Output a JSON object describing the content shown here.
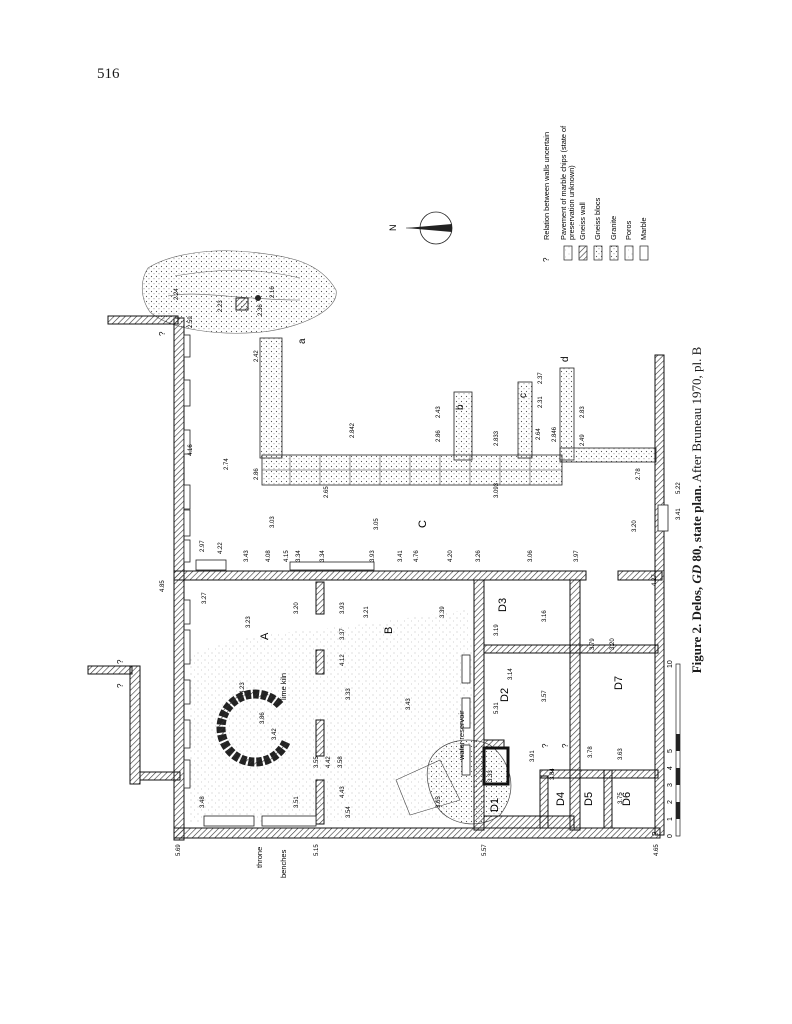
{
  "page_number": "516",
  "caption": {
    "fig": "Figure 2. Delos, ",
    "site": "GD",
    "num": " 80, state plan.",
    "after": " After Bruneau 1970, pl. B"
  },
  "legend": {
    "items": [
      {
        "sym": "?",
        "label": "Relation between walls uncertain"
      },
      {
        "sym": "",
        "label": "Pavement of marble chips (state of",
        "label2": "preservation unknown)"
      },
      {
        "sym": "",
        "label": "Gneiss wall"
      },
      {
        "sym": "",
        "label": "Gneiss blocs"
      },
      {
        "sym": "",
        "label": "Granite"
      },
      {
        "sym": "",
        "label": "Poros"
      },
      {
        "sym": "",
        "label": "Marble"
      }
    ]
  },
  "north_label": "N",
  "rooms": [
    "A",
    "B",
    "C",
    "D1",
    "D2",
    "D3",
    "D4",
    "D5",
    "D6",
    "D7"
  ],
  "features": {
    "lime_kiln": "lime kiln",
    "water_reservoir": "water reservoir",
    "throne": "throne",
    "benches": "benches",
    "markers": [
      "a",
      "b",
      "c",
      "d"
    ]
  },
  "scale": {
    "ticks": [
      "0",
      "1",
      "2",
      "3",
      "4",
      "5",
      "10"
    ]
  },
  "elevations": {
    "e01": "2.24",
    "e02": "2.16",
    "e03": "2.36",
    "e04": "2.23",
    "e05": "2.42",
    "e06": "4.16",
    "e07": "2.74",
    "e08": "2.86",
    "e09": "2.842",
    "e10": "2.43",
    "e11": "2.86",
    "e12": "2.833",
    "e13": "2.37",
    "e14": "2.31",
    "e15": "2.83",
    "e16": "2.64",
    "e17": "2.846",
    "e18": "2.49",
    "e19": "2.65",
    "e20": "3.093",
    "e21": "2.78",
    "e22": "5.22",
    "e23": "3.41",
    "e24": "3.03",
    "e25": "3.05",
    "e26": "3.20",
    "e27": "2.97",
    "e28": "4.22",
    "e29": "3.43",
    "e30": "4.08",
    "e31": "4.15",
    "e32": "3.34",
    "e33": "3.34",
    "e34": "3.93",
    "e35": "3.41",
    "e36": "4.76",
    "e37": "4.20",
    "e38": "3.26",
    "e39": "3.06",
    "e40": "3.97",
    "e41": "4.85",
    "e42": "3.27",
    "e43": "3.23",
    "e44": "3.20",
    "e45": "3.93",
    "e46": "3.21",
    "e47": "3.39",
    "e48": "3.19",
    "e49": "3.16",
    "e50": "3.37",
    "e51": "4.12",
    "e52": "3.79",
    "e53": "3.20",
    "e54": "4.23",
    "e55": "3.86",
    "e56": "3.42",
    "e57": "3.33",
    "e58": "3.43",
    "e59": "5.31",
    "e60": "3.14",
    "e61": "3.57",
    "e62": "3.55",
    "e63": "4.42",
    "e64": "3.58",
    "e65": "3.91",
    "e66": "3.78",
    "e67": "3.63",
    "e68": "3.48",
    "e69": "4.43",
    "e70": "3.54",
    "e71": "3.51",
    "e72": "3.65",
    "e73": "3.33",
    "e74": "3.84",
    "e75": "3.75",
    "e76": "4.27",
    "e77": "5.69",
    "e78": "5.15",
    "e79": "5.57",
    "e80": "4.65",
    "e81": "2.59"
  }
}
